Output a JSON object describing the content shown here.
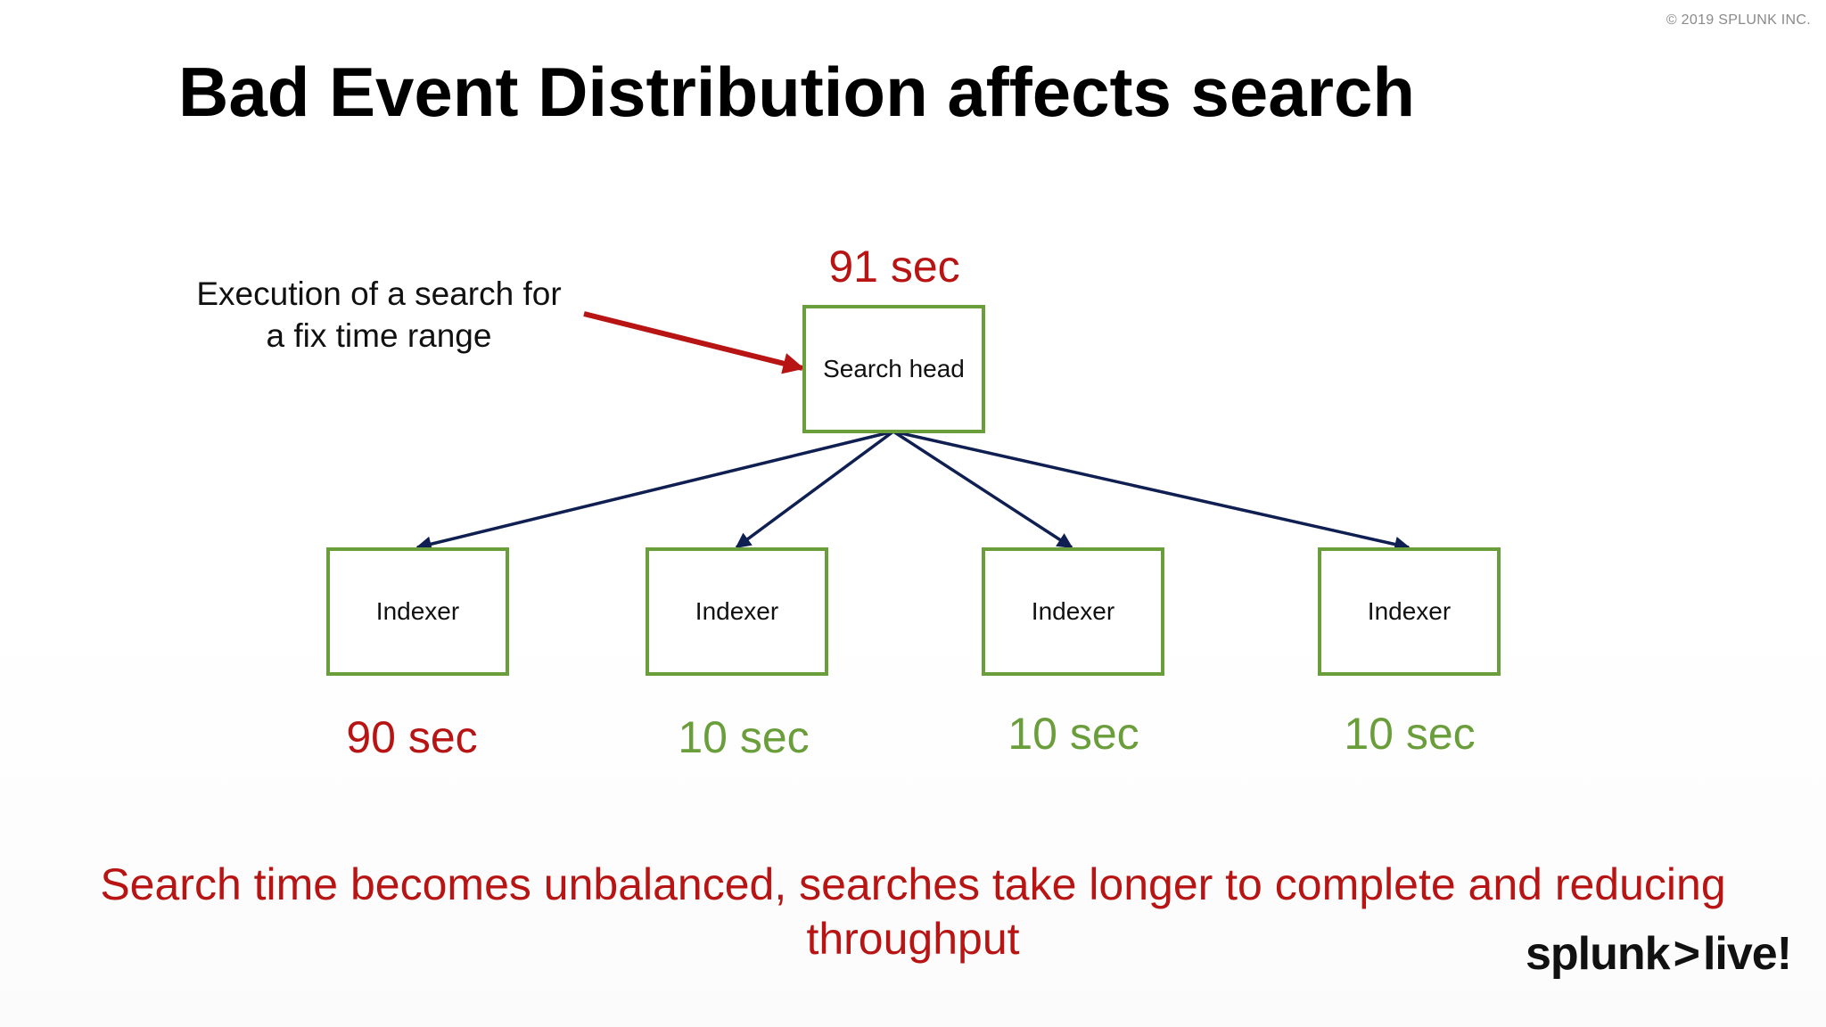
{
  "copyright": "© 2019 SPLUNK INC.",
  "title": "Bad Event Distribution affects search",
  "annotation": {
    "line1": "Execution of a search for",
    "line2": "a fix time range"
  },
  "search_head": {
    "label": "Search head",
    "time": "91 sec"
  },
  "indexers": [
    {
      "label": "Indexer",
      "time": "90 sec",
      "status": "slow"
    },
    {
      "label": "Indexer",
      "time": "10 sec",
      "status": "normal"
    },
    {
      "label": "Indexer",
      "time": "10 sec",
      "status": "normal"
    },
    {
      "label": "Indexer",
      "time": "10 sec",
      "status": "normal"
    }
  ],
  "conclusion": {
    "line1": "Search time becomes unbalanced, searches take longer to complete and reducing",
    "line2": "throughput"
  },
  "logo": {
    "left": "splunk",
    "chevron": ">",
    "right": "live!"
  },
  "colors": {
    "slow": "#b81414",
    "normal": "#6a9e3a",
    "box_border": "#6a9e3a",
    "connector": "#0f1f52",
    "pointer_arrow": "#b81414"
  }
}
